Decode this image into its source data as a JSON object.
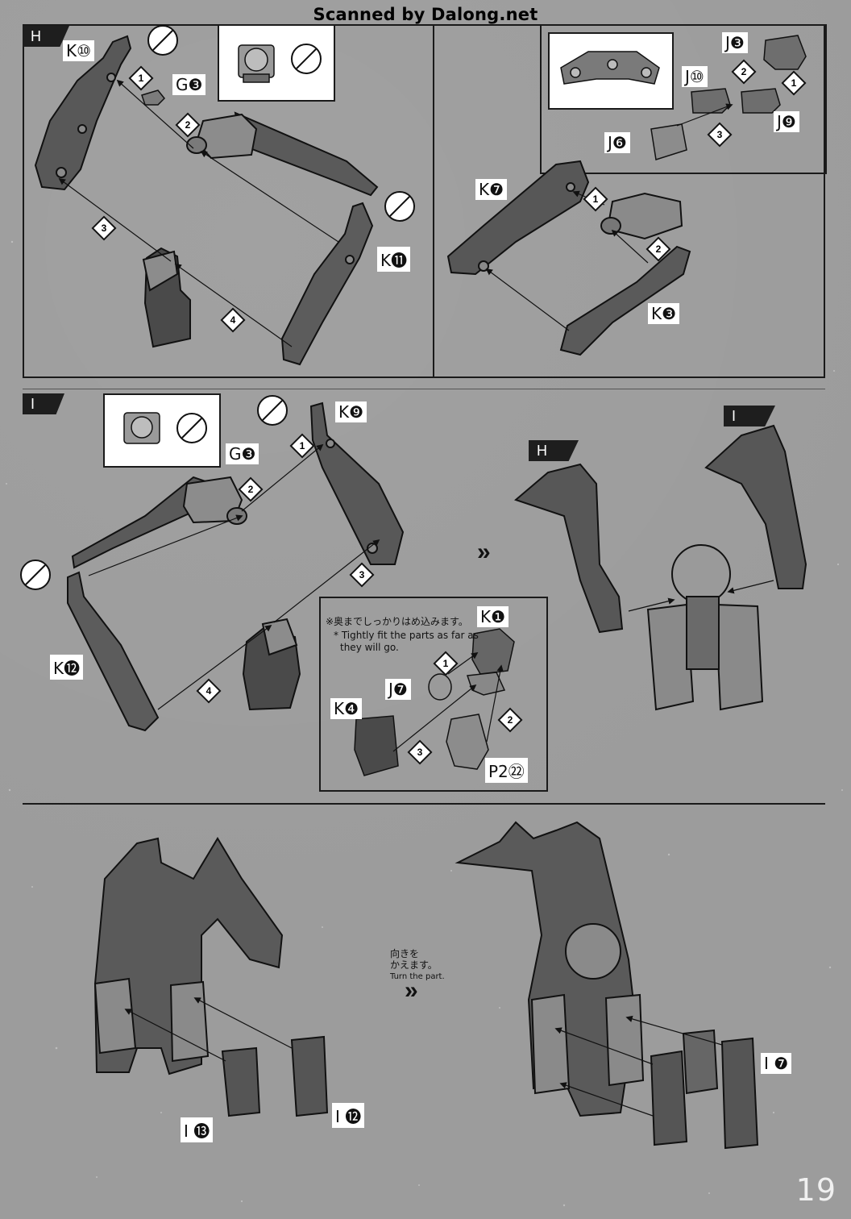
{
  "watermark": "Scanned by Dalong.net",
  "page_number": "19",
  "steps": {
    "h": {
      "tag": "H"
    },
    "i": {
      "tag": "I"
    },
    "combine": {
      "tag_h": "H",
      "tag_i": "I"
    }
  },
  "labels": {
    "k10": "K⑩",
    "g3_h": "G❸",
    "k11": "K⓫",
    "j3": "J❸",
    "j10": "J⑩",
    "j9": "J❾",
    "j6": "J❻",
    "k7": "K❼",
    "k3": "K❸",
    "k9": "K❾",
    "g3_i": "G❸",
    "k12": "K⓬",
    "k1": "K❶",
    "j7": "J❼",
    "k4": "K❹",
    "p2_22": "P2㉒",
    "i13": "I ⓭",
    "i12": "I ⓬",
    "i7": "I ❼"
  },
  "step_numbers": [
    "1",
    "2",
    "3",
    "4"
  ],
  "notes": {
    "fit_jp": "※奥までしっかりはめ込みます。",
    "fit_en_1": "* Tightly fit the parts as far as",
    "fit_en_2": "they will go.",
    "turn_jp_1": "向きを",
    "turn_jp_2": "かえます。",
    "turn_en": "Turn the part."
  },
  "icons": [
    "no-cut-icon",
    "next-arrow-icon"
  ],
  "colors": {
    "part_dark": "#4d4d4d",
    "part_mid": "#6e6e6e",
    "part_light": "#8c8c8c",
    "line": "#111111"
  }
}
